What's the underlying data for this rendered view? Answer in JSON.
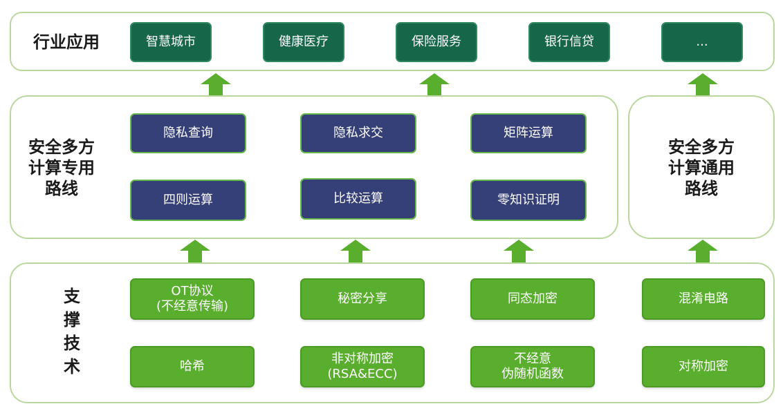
{
  "colors": {
    "panel_border": "#b9d79e",
    "industry_box": "#16664a",
    "special_box": "#353f78",
    "support_box": "#5aae2e",
    "arrow": "#5aae2e"
  },
  "industry": {
    "label": "行业应用",
    "items": [
      "智慧城市",
      "健康医疗",
      "保险服务",
      "银行信贷",
      "..."
    ]
  },
  "special": {
    "label": "安全多方\n计算专用\n路线",
    "items": [
      "隐私查询",
      "隐私求交",
      "矩阵运算",
      "四则运算",
      "比较运算",
      "零知识证明"
    ]
  },
  "general": {
    "label": "安全多方\n计算通用\n路线"
  },
  "support": {
    "label": "支\n撑\n技\n术",
    "items": [
      "OT协议\n(不经意传输)",
      "秘密分享",
      "同态加密",
      "混淆电路",
      "哈希",
      "非对称加密\n(RSA&ECC)",
      "不经意\n伪随机函数",
      "对称加密"
    ]
  },
  "arrows": [
    "up-arrow",
    "up-arrow",
    "up-arrow",
    "up-arrow",
    "up-arrow",
    "up-arrow",
    "up-arrow"
  ]
}
